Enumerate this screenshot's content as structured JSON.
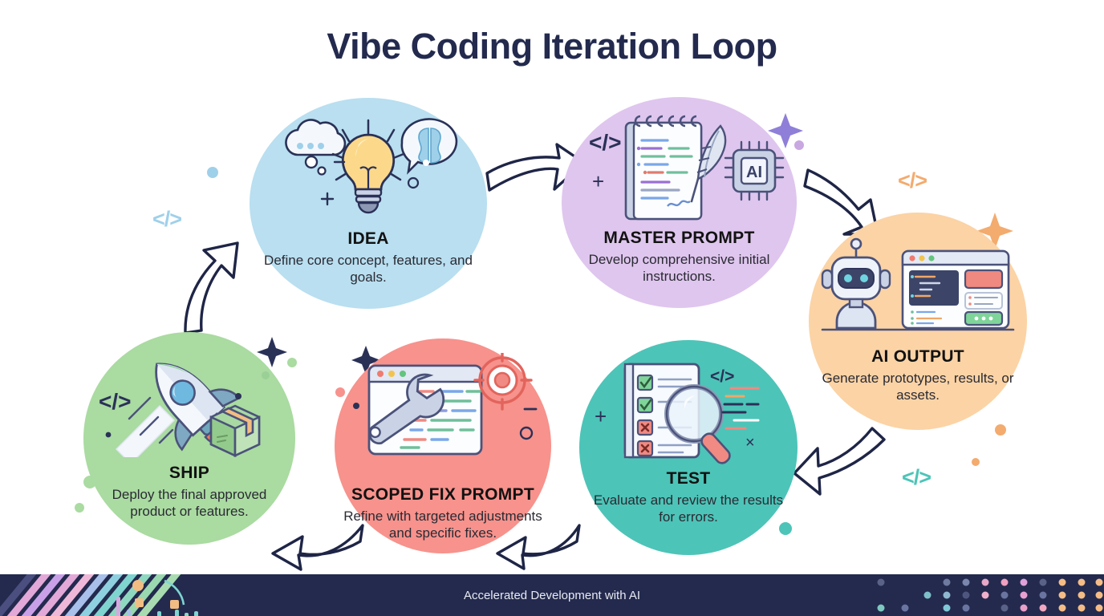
{
  "page": {
    "title": "Vibe Coding Iteration Loop",
    "background": "#ffffff",
    "title_color": "#232a4e"
  },
  "footer": {
    "text": "Accelerated Development with AI",
    "background": "#232a4e",
    "text_color": "#e8eaf2"
  },
  "nodes": [
    {
      "id": "idea",
      "title": "IDEA",
      "desc": "Define core concept, features, and goals.",
      "color": "#b9dff0",
      "icons": [
        "thought-cloud-icon",
        "lightbulb-icon",
        "brain-bubble-icon"
      ]
    },
    {
      "id": "master",
      "title": "MASTER PROMPT",
      "desc": "Develop comprehensive initial instructions.",
      "color": "#dfc6ee",
      "icons": [
        "notepad-icon",
        "quill-pen-icon",
        "ai-chip-icon"
      ]
    },
    {
      "id": "ai",
      "title": "AI OUTPUT",
      "desc": "Generate prototypes, results, or assets.",
      "color": "#fbd3a5",
      "icons": [
        "robot-icon",
        "browser-window-icon"
      ]
    },
    {
      "id": "test",
      "title": "TEST",
      "desc": "Evaluate and review the results for errors.",
      "color": "#4dc4b8",
      "icons": [
        "checklist-icon",
        "magnifier-icon"
      ]
    },
    {
      "id": "scoped",
      "title": "SCOPED FIX PROMPT",
      "desc": "Refine with targeted adjustments and specific fixes.",
      "color": "#f7928c",
      "icons": [
        "wrench-icon",
        "code-window-icon",
        "target-icon"
      ]
    },
    {
      "id": "ship",
      "title": "SHIP",
      "desc": "Deploy the final approved product or features.",
      "color": "#aadba1",
      "icons": [
        "rocket-icon",
        "package-box-icon"
      ]
    }
  ],
  "arrows": [
    {
      "id": "idea-to-master",
      "from": "IDEA",
      "to": "MASTER PROMPT"
    },
    {
      "id": "master-to-ai",
      "from": "MASTER PROMPT",
      "to": "AI OUTPUT"
    },
    {
      "id": "ai-to-test",
      "from": "AI OUTPUT",
      "to": "TEST"
    },
    {
      "id": "test-to-scoped",
      "from": "TEST",
      "to": "SCOPED FIX PROMPT"
    },
    {
      "id": "scoped-to-ship",
      "from": "SCOPED FIX PROMPT",
      "to": "SHIP"
    },
    {
      "id": "ship-to-idea",
      "from": "SHIP",
      "to": "IDEA"
    }
  ],
  "decorations": {
    "code_symbol": "</>",
    "plus_symbol": "+",
    "minus_symbol": "–",
    "times_symbol": "×",
    "code_colors": [
      "#9fd0ea",
      "#f3ab6e",
      "#4dc4b8",
      "#6fbf7a"
    ],
    "arrow_color": "#1e2546"
  }
}
